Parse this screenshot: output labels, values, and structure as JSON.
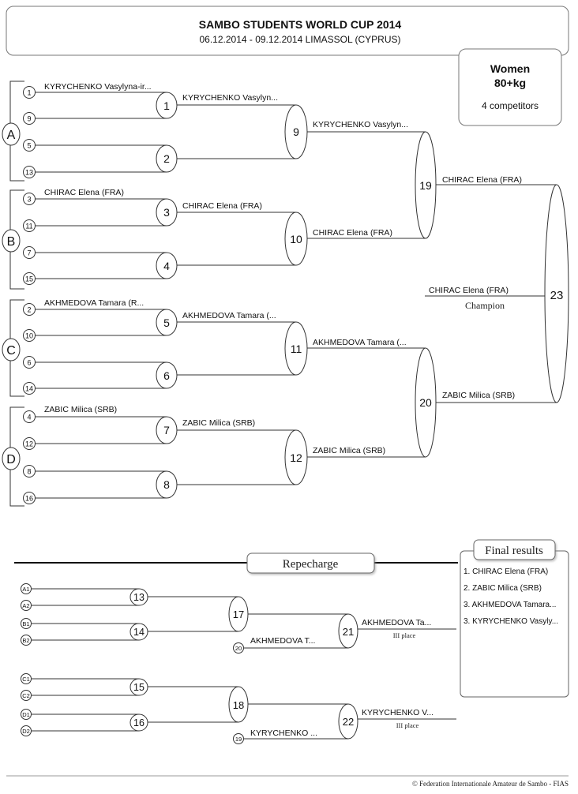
{
  "header": {
    "title": "SAMBO STUDENTS WORLD CUP 2014",
    "subtitle": "06.12.2014 - 09.12.2014 LIMASSOL  (CYPRUS)"
  },
  "category": {
    "gender": "Women",
    "weight": "80+kg",
    "competitors": "4 competitors"
  },
  "pools": [
    {
      "letter": "A",
      "seeds": [
        "1",
        "9",
        "5",
        "13"
      ]
    },
    {
      "letter": "B",
      "seeds": [
        "3",
        "11",
        "7",
        "15"
      ]
    },
    {
      "letter": "C",
      "seeds": [
        "2",
        "10",
        "6",
        "14"
      ]
    },
    {
      "letter": "D",
      "seeds": [
        "4",
        "12",
        "8",
        "16"
      ]
    }
  ],
  "entries": [
    "KYRYCHENKO Vasylyna-ir...",
    "CHIRAC Elena (FRA)",
    "AKHMEDOVA Tamara (R...",
    "ZABIC Milica (SRB)"
  ],
  "round1": [
    {
      "bout": "1",
      "winner": "KYRYCHENKO Vasylyn..."
    },
    {
      "bout": "2",
      "winner": ""
    },
    {
      "bout": "3",
      "winner": "CHIRAC Elena (FRA)"
    },
    {
      "bout": "4",
      "winner": ""
    },
    {
      "bout": "5",
      "winner": "AKHMEDOVA Tamara (..."
    },
    {
      "bout": "6",
      "winner": ""
    },
    {
      "bout": "7",
      "winner": "ZABIC Milica (SRB)"
    },
    {
      "bout": "8",
      "winner": ""
    }
  ],
  "round2": [
    {
      "bout": "9",
      "winner": "KYRYCHENKO Vasylyn..."
    },
    {
      "bout": "10",
      "winner": "CHIRAC Elena (FRA)"
    },
    {
      "bout": "11",
      "winner": "AKHMEDOVA Tamara (..."
    },
    {
      "bout": "12",
      "winner": "ZABIC Milica (SRB)"
    }
  ],
  "semifinals": [
    {
      "bout": "19",
      "winner": "CHIRAC Elena (FRA)"
    },
    {
      "bout": "20",
      "winner": "ZABIC Milica (SRB)"
    }
  ],
  "final": {
    "bout": "23",
    "champion_name": "CHIRAC Elena (FRA)",
    "champion_label": "Champion"
  },
  "repechage": {
    "title": "Repecharge",
    "place_label": "III place",
    "groups": [
      {
        "seeds": [
          "A1",
          "A2",
          "B1",
          "B2"
        ],
        "bouts": [
          "13",
          "14",
          "17",
          "21"
        ],
        "sf_seed": "20",
        "sf_loser": "AKHMEDOVA T...",
        "winner": "AKHMEDOVA Ta..."
      },
      {
        "seeds": [
          "C1",
          "C2",
          "D1",
          "D2"
        ],
        "bouts": [
          "15",
          "16",
          "18",
          "22"
        ],
        "sf_seed": "19",
        "sf_loser": "KYRYCHENKO ...",
        "winner": "KYRYCHENKO V..."
      }
    ]
  },
  "final_results": {
    "title": "Final results",
    "items": [
      "1. CHIRAC Elena (FRA)",
      "2. ZABIC Milica (SRB)",
      "3. AKHMEDOVA Tamara...",
      "3. KYRYCHENKO Vasyly..."
    ]
  },
  "footer": "© Federation Internationale Amateur de Sambo - FIAS"
}
